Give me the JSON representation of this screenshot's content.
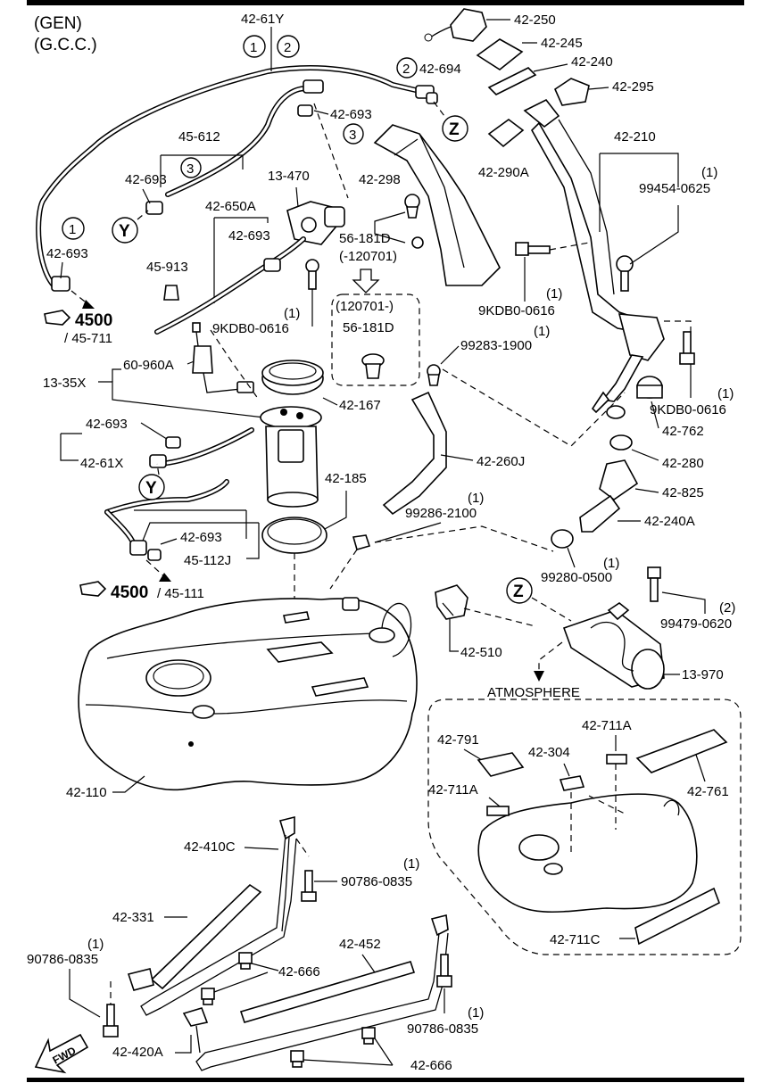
{
  "header": {
    "line1": "(GEN)",
    "line2": "(G.C.C.)"
  },
  "markers": {
    "one": "1",
    "two": "2",
    "three": "3",
    "y": "Y",
    "z": "Z"
  },
  "parts": {
    "p42_61Y": "42-61Y",
    "p42_250": "42-250",
    "p42_245": "42-245",
    "p42_240": "42-240",
    "p42_295": "42-295",
    "p42_694": "42-694",
    "p42_693": "42-693",
    "p42_290A": "42-290A",
    "p42_210": "42-210",
    "p45_612": "45-612",
    "p42_298": "42-298",
    "p13_470": "13-470",
    "p99454_qty": "(1)",
    "p99454": "99454-0625",
    "p42_650A": "42-650A",
    "p56_181D": "56-181D",
    "p56_181D_range": "(-120701)",
    "p45_913": "45-913",
    "p4500": "4500",
    "p45_711": "/ 45-711",
    "p120701": "(120701-)",
    "p56_181D_b": "56-181D",
    "p9KDB0_qty": "(1)",
    "p9KDB0": "9KDB0-0616",
    "p99283_qty": "(1)",
    "p99283": "99283-1900",
    "p60_960A": "60-960A",
    "p13_35X": "13-35X",
    "p42_167": "42-167",
    "p42_762": "42-762",
    "p42_61X": "42-61X",
    "p42_280": "42-280",
    "p42_260J": "42-260J",
    "p42_825": "42-825",
    "p42_185": "42-185",
    "p99286_qty": "(1)",
    "p99286": "99286-2100",
    "p42_240A": "42-240A",
    "p45_112J": "45-112J",
    "p99280_qty": "(1)",
    "p99280": "99280-0500",
    "p45_111": "/ 45-111",
    "p99479_qty": "(2)",
    "p99479": "99479-0620",
    "p42_510": "42-510",
    "p13_970": "13-970",
    "atmosphere": "ATMOSPHERE",
    "p42_711A": "42-711A",
    "p42_791": "42-791",
    "p42_304": "42-304",
    "p42_761": "42-761",
    "p42_110": "42-110",
    "p42_711C": "42-711C",
    "p42_410C": "42-410C",
    "p90786_qty": "(1)",
    "p90786": "90786-0835",
    "p42_331": "42-331",
    "p42_666": "42-666",
    "p42_452": "42-452",
    "p42_420A": "42-420A",
    "fwd": "FWD"
  }
}
